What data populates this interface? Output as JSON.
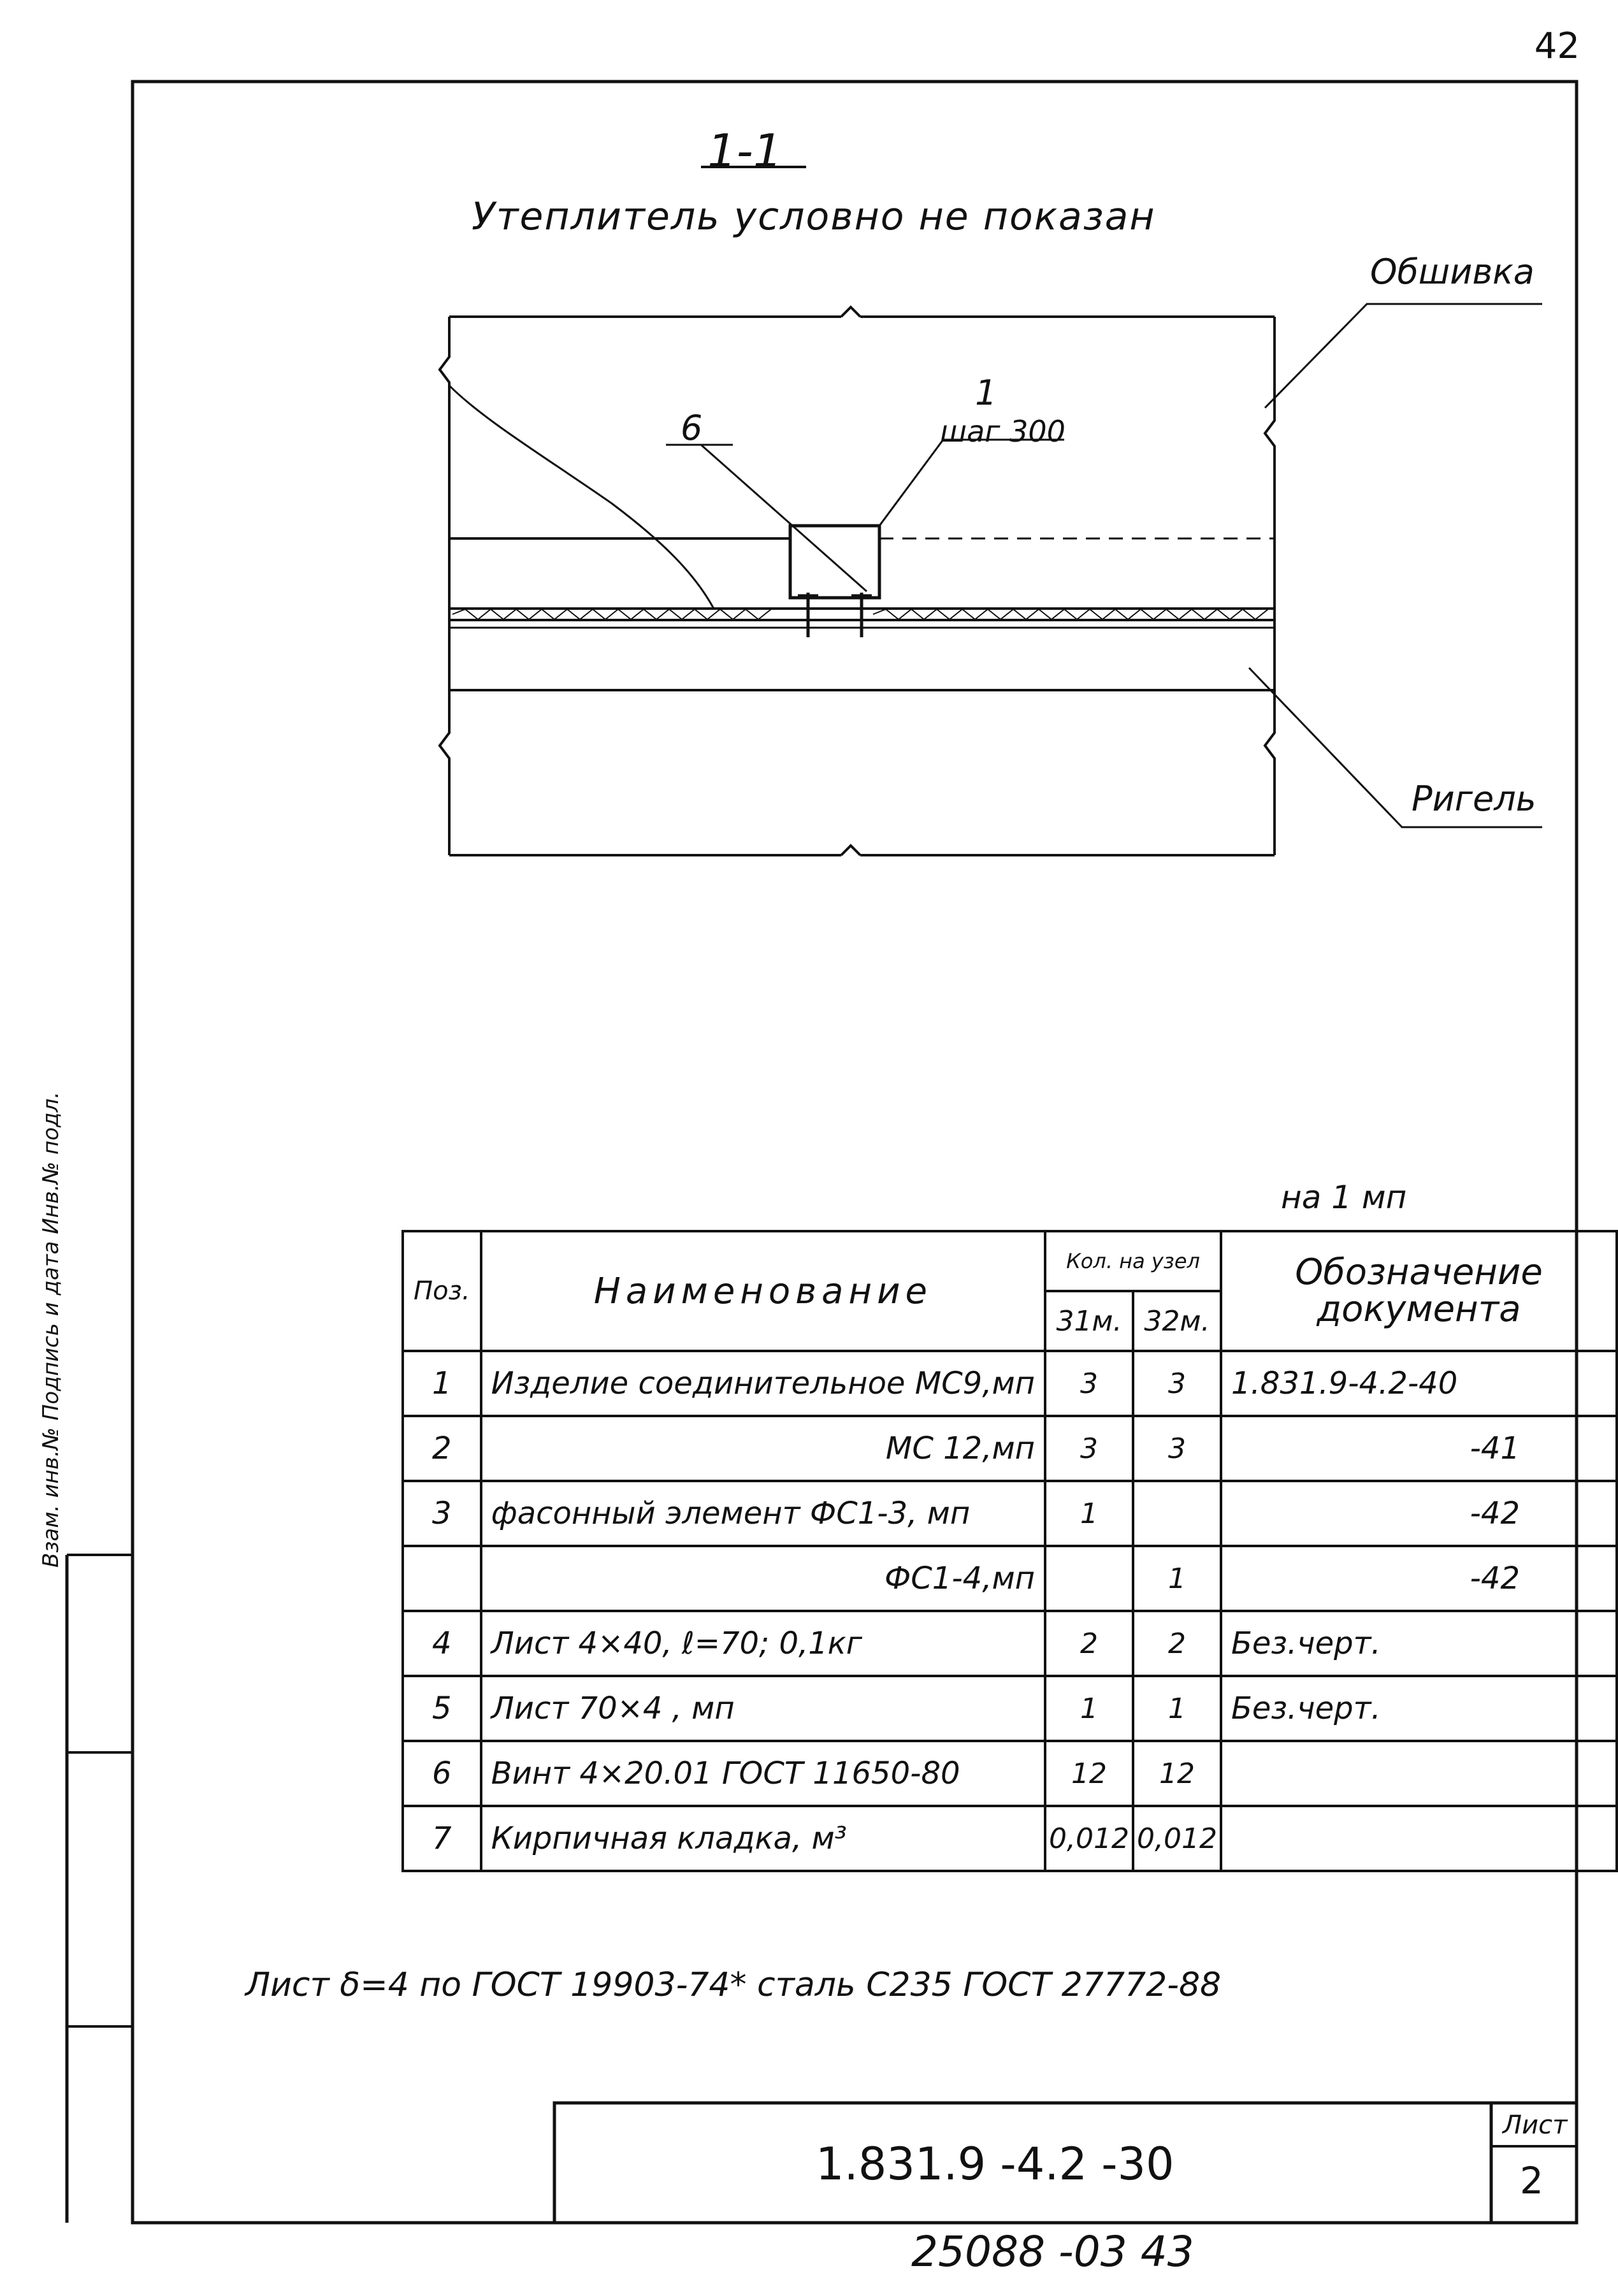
{
  "page_number": "42",
  "section": {
    "title": "1-1",
    "subtitle": "Утеплитель условно не показан"
  },
  "callouts": {
    "sheathing": "Обшивка",
    "beam": "Ригель",
    "pos1": "1",
    "pos1_step": "шаг 300",
    "pos6": "6"
  },
  "table": {
    "unit_note": "на 1 мп",
    "headers": {
      "pos": "Поз.",
      "name": "Наименование",
      "qty_group": "Кол. на узел",
      "qty_31": "31м.",
      "qty_32": "32м.",
      "doc": "Обозначение документа"
    },
    "rows": [
      {
        "pos": "1",
        "name": "Изделие соединительное МС9,мп",
        "q31": "3",
        "q32": "3",
        "doc": "1.831.9-4.2-40"
      },
      {
        "pos": "2",
        "name": "МС 12,мп",
        "q31": "3",
        "q32": "3",
        "doc": "-41"
      },
      {
        "pos": "3",
        "name": "фасонный элемент ФС1-3, мп",
        "q31": "1",
        "q32": "",
        "doc": "-42"
      },
      {
        "pos": "",
        "name": "ФС1-4,мп",
        "q31": "",
        "q32": "1",
        "doc": "-42"
      },
      {
        "pos": "4",
        "name": "Лист 4×40, ℓ=70; 0,1кг",
        "q31": "2",
        "q32": "2",
        "doc": "Без.черт."
      },
      {
        "pos": "5",
        "name": "Лист 70×4 , мп",
        "q31": "1",
        "q32": "1",
        "doc": "Без.черт."
      },
      {
        "pos": "6",
        "name": "Винт 4×20.01 ГОСТ 11650-80",
        "q31": "12",
        "q32": "12",
        "doc": ""
      },
      {
        "pos": "7",
        "name": "Кирпичная кладка, м³",
        "q31": "0,012",
        "q32": "0,012",
        "doc": ""
      }
    ]
  },
  "note": "Лист δ=4 по ГОСТ 19903-74* сталь С235 ГОСТ 27772-88",
  "stamp": {
    "code": "1.831.9 -4.2 -30",
    "sheet_label": "Лист",
    "sheet_number": "2"
  },
  "bottom_code": "25088 -03  43",
  "side_stamp_text": "Взам. инв.№   Подпись и дата   Инв.№ подл."
}
